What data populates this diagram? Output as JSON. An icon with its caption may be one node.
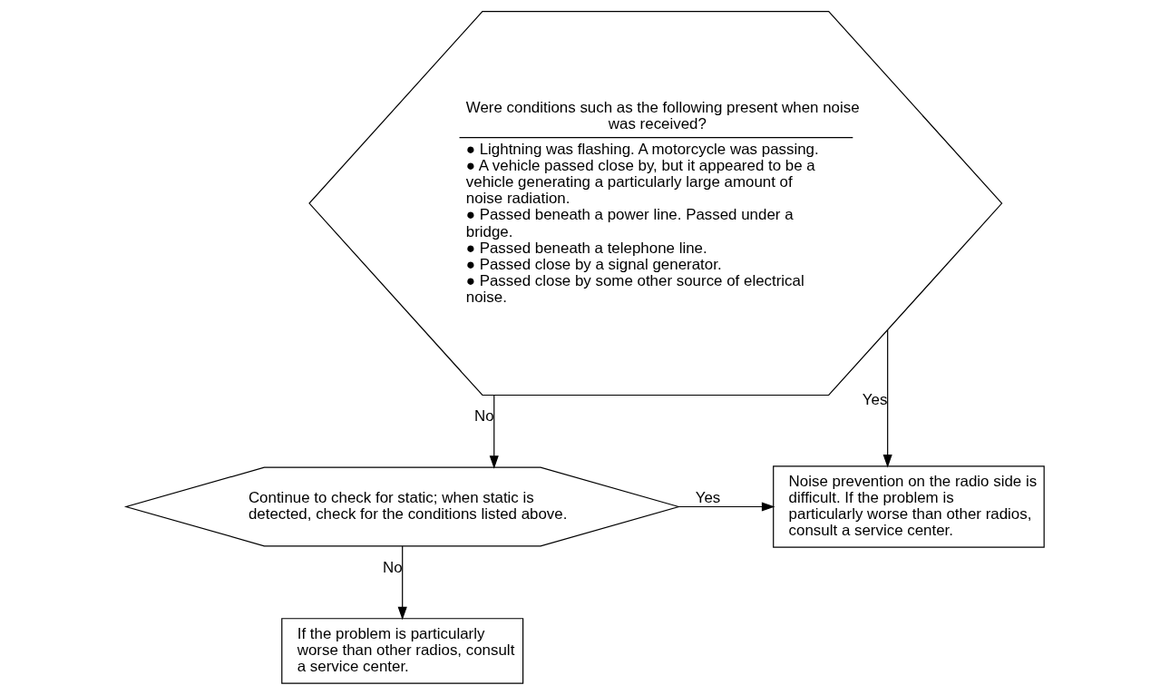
{
  "diagram": {
    "nodes": [
      {
        "text": [
          "Were conditions such as the following present when noise was received?",
          "● Lightning was flashing. A motorcycle was passing.",
          "● A vehicle passed close by, but it appeared to be a vehicle generating a particularly large amount of noise radiation.",
          "● Passed beneath a power line. Passed under a bridge.",
          "● Passed beneath a telephone line.",
          "● Passed close by a signal generator.",
          "● Passed close by some other source of electrical noise."
        ]
      },
      {
        "text": [
          "Continue to check for static; when static is detected, check for the conditions listed above."
        ]
      },
      {
        "text": [
          "Noise prevention on the radio side is difficult. If the problem is particularly worse than other radios, consult a service center."
        ]
      },
      {
        "text": [
          "If the problem is particularly worse than other radios, consult a service center."
        ]
      }
    ],
    "edges": [
      {
        "from": 0,
        "to": 2,
        "arrow": "to",
        "label": "Yes"
      },
      {
        "from": 0,
        "to": 1,
        "arrow": "to",
        "label": "No"
      },
      {
        "from": 1,
        "to": 2,
        "arrow": "to",
        "label": "Yes"
      },
      {
        "from": 1,
        "to": 3,
        "arrow": "to",
        "label": "No"
      }
    ]
  }
}
